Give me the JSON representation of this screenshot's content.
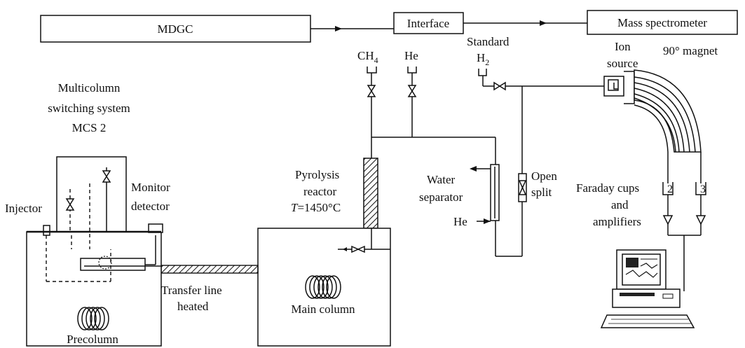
{
  "labels": {
    "mdgc": "MDGC",
    "interface": "Interface",
    "mass_spectrometer": "Mass spectrometer",
    "standard": "Standard",
    "h2_main": "H",
    "h2_sub": "2",
    "ch4_main": "CH",
    "ch4_sub": "4",
    "he_top": "He",
    "ion": "Ion",
    "source": "source",
    "magnet": "90° magnet",
    "multicolumn": "Multicolumn",
    "switching": "switching system",
    "mcs2": "MCS 2",
    "monitor": "Monitor",
    "detector": "detector",
    "injector": "Injector",
    "pyrolysis": "Pyrolysis",
    "reactor": "reactor",
    "temp_T": "T",
    "temp_val": "=1450°C",
    "water": "Water",
    "separator": "separator",
    "he_bottom": "He",
    "open": "Open",
    "split": "split",
    "faraday": "Faraday cups",
    "and": "and",
    "amplifiers": "amplifiers",
    "cup2": "2",
    "cup3": "3",
    "transfer": "Transfer line",
    "heated": "heated",
    "main_column": "Main column",
    "precolumn": "Precolumn"
  }
}
